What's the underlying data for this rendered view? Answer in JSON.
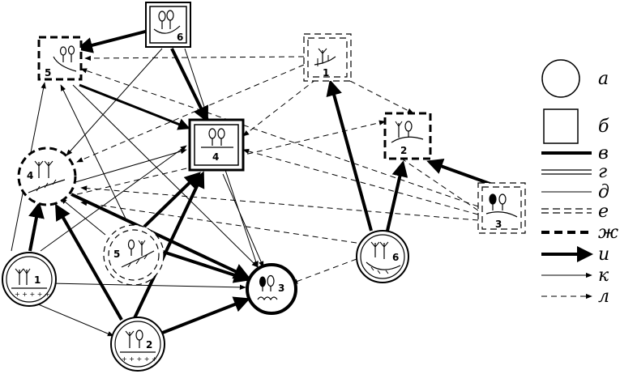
{
  "nodes": [
    {
      "id": "sq6",
      "label": "6"
    },
    {
      "id": "sq5",
      "label": "5"
    },
    {
      "id": "sq1",
      "label": "1"
    },
    {
      "id": "sq4",
      "label": "4"
    },
    {
      "id": "sq2",
      "label": "2"
    },
    {
      "id": "sq3",
      "label": "3"
    },
    {
      "id": "c4",
      "label": "4"
    },
    {
      "id": "c5",
      "label": "5"
    },
    {
      "id": "c1",
      "label": "1"
    },
    {
      "id": "c2",
      "label": "2"
    },
    {
      "id": "c3",
      "label": "3"
    },
    {
      "id": "c6",
      "label": "6"
    }
  ],
  "legend": {
    "a": "а",
    "b": "б",
    "v": "в",
    "g": "г",
    "d": "д",
    "e": "е",
    "zh": "ж",
    "i": "и",
    "k": "к",
    "l": "л"
  }
}
